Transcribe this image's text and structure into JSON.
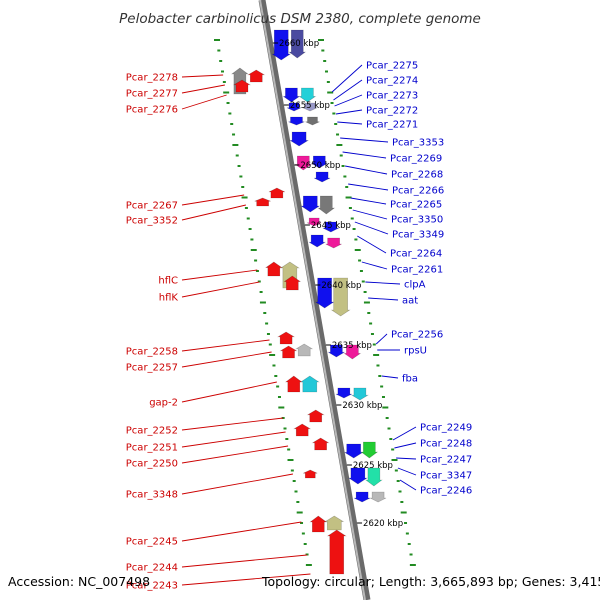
{
  "title": "Pelobacter carbinolicus DSM 2380, complete genome",
  "footer": {
    "accession": "Accession: NC_007498",
    "summary": "Topology: circular; Length: 3,665,893 bp; Genes: 3,415"
  },
  "colors": {
    "forward_label": "#0000cc",
    "reverse_label": "#cc0000",
    "backbone": "#888888",
    "tick_dots": "#228b22",
    "forward_gene": "#1010ee",
    "reverse_gene": "#ee1111"
  },
  "kbp_marks": [
    {
      "label": "2660 kbp"
    },
    {
      "label": "2655 kbp"
    },
    {
      "label": "2650 kbp"
    },
    {
      "label": "2645 kbp"
    },
    {
      "label": "2640 kbp"
    },
    {
      "label": "2635 kbp"
    },
    {
      "label": "2630 kbp"
    },
    {
      "label": "2625 kbp"
    },
    {
      "label": "2620 kbp"
    }
  ],
  "reverse_labels": [
    "Pcar_2278",
    "Pcar_2277",
    "Pcar_2276",
    "Pcar_2267",
    "Pcar_3352",
    "hflC",
    "hflK",
    "Pcar_2258",
    "Pcar_2257",
    "gap-2",
    "Pcar_2252",
    "Pcar_2251",
    "Pcar_2250",
    "Pcar_3348",
    "Pcar_2245",
    "Pcar_2244",
    "Pcar_2243"
  ],
  "forward_labels": [
    "Pcar_2275",
    "Pcar_2274",
    "Pcar_2273",
    "Pcar_2272",
    "Pcar_2271",
    "Pcar_3353",
    "Pcar_2269",
    "Pcar_2268",
    "Pcar_2266",
    "Pcar_2265",
    "Pcar_3350",
    "Pcar_3349",
    "Pcar_2264",
    "Pcar_2261",
    "clpA",
    "aat",
    "Pcar_2256",
    "rpsU",
    "fba",
    "Pcar_2249",
    "Pcar_2248",
    "Pcar_2247",
    "Pcar_3347",
    "Pcar_2246"
  ]
}
